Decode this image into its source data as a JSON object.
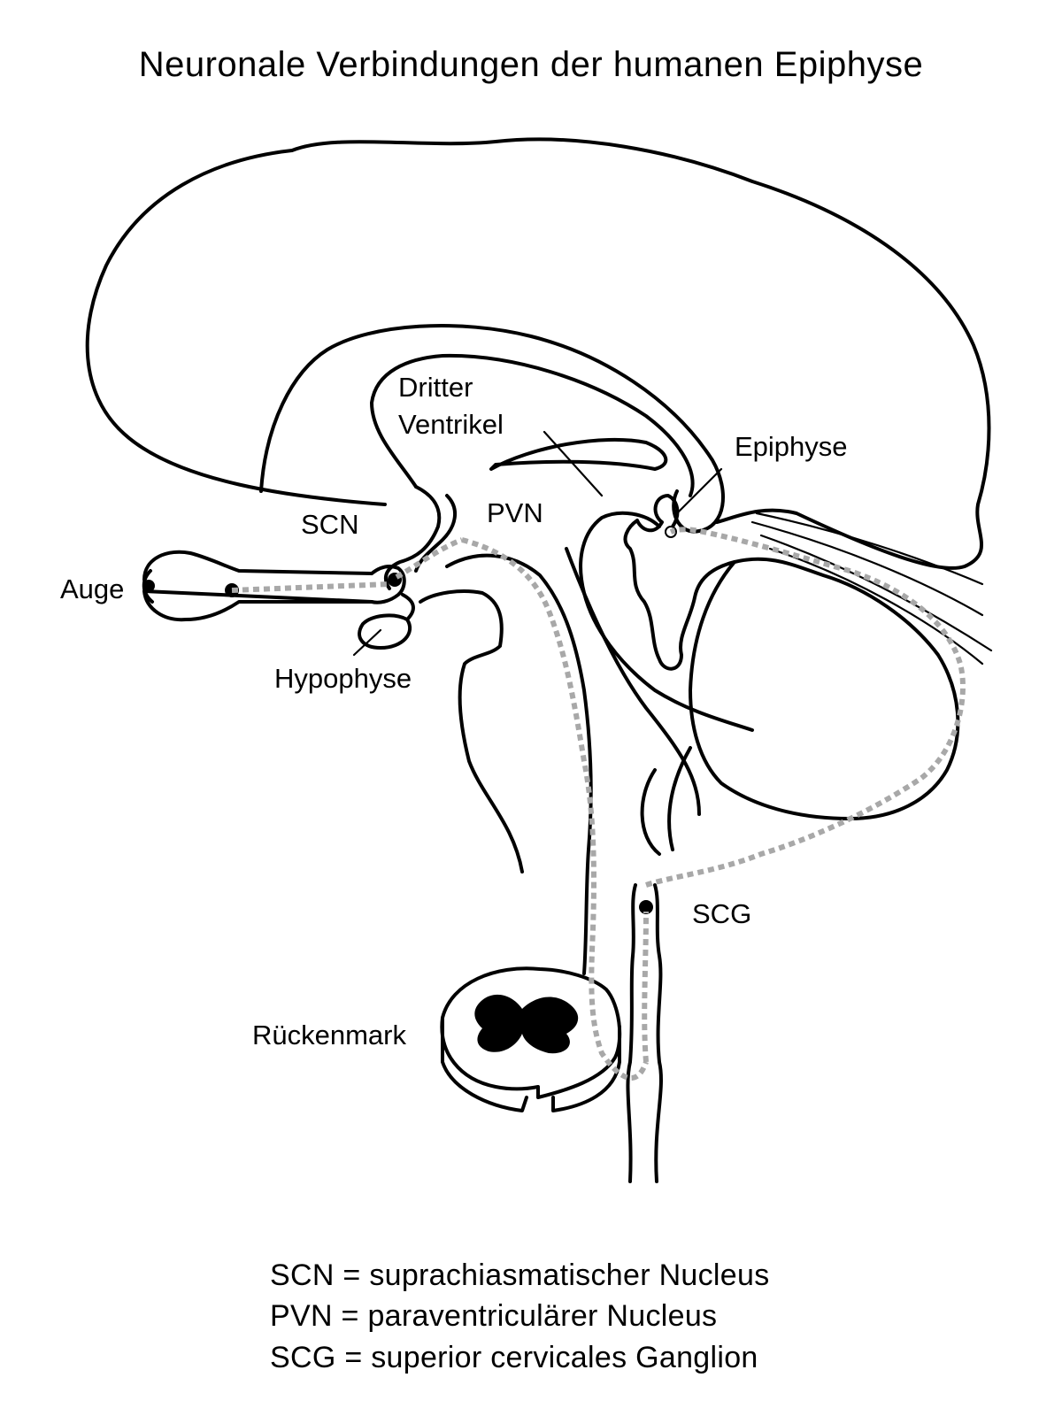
{
  "title": "Neuronale Verbindungen der humanen Epiphyse",
  "labels": {
    "dritter": "Dritter",
    "ventrikel": "Ventrikel",
    "epiphyse": "Epiphyse",
    "scn": "SCN",
    "pvn": "PVN",
    "auge": "Auge",
    "hypophyse": "Hypophyse",
    "scg": "SCG",
    "rueckenmark": "Rückenmark"
  },
  "legend": [
    "SCN = suprachiasmatischer Nucleus",
    "PVN = paraventriculärer Nucleus",
    "SCG = superior cervicales Ganglion"
  ],
  "colors": {
    "ink": "#000000",
    "neural_pathway": "#a8a8a8",
    "background": "#ffffff"
  }
}
